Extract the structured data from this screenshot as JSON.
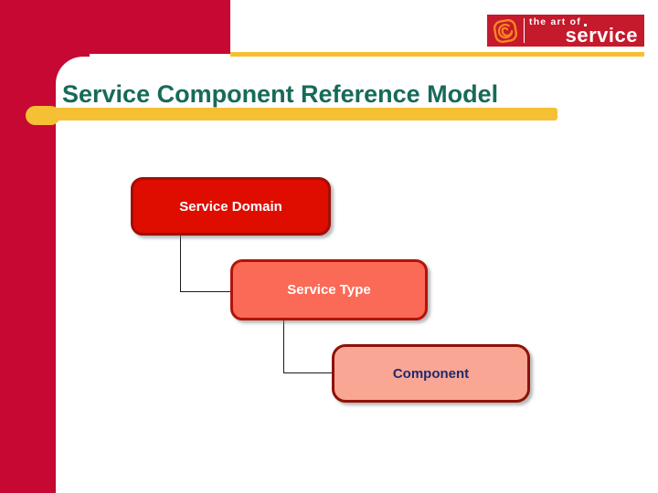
{
  "slide": {
    "title": "Service Component Reference Model"
  },
  "logo": {
    "top_text": "the art of",
    "bottom_text": "service",
    "icon": "swirl-at-icon",
    "icon_color": "#F6861F",
    "box_color": "#C5192C"
  },
  "diagram": {
    "nodes": [
      {
        "id": "service-domain",
        "label": "Service Domain",
        "fill": "#DF0C00",
        "border": "#A00F08",
        "text_color": "#FFFFFF"
      },
      {
        "id": "service-type",
        "label": "Service Type",
        "fill": "#FA6A57",
        "border": "#B31309",
        "text_color": "#FFFFFF"
      },
      {
        "id": "component",
        "label": "Component",
        "fill": "#F9A794",
        "border": "#8E1207",
        "text_color": "#22296B"
      }
    ],
    "hierarchy": "Service Domain > Service Type > Component",
    "connector_color": "#1A1A1A"
  },
  "colors": {
    "accent_crimson": "#C60833",
    "gold": "#F5C033",
    "title_teal": "#176A59",
    "panel_white": "#FFFFFF"
  }
}
